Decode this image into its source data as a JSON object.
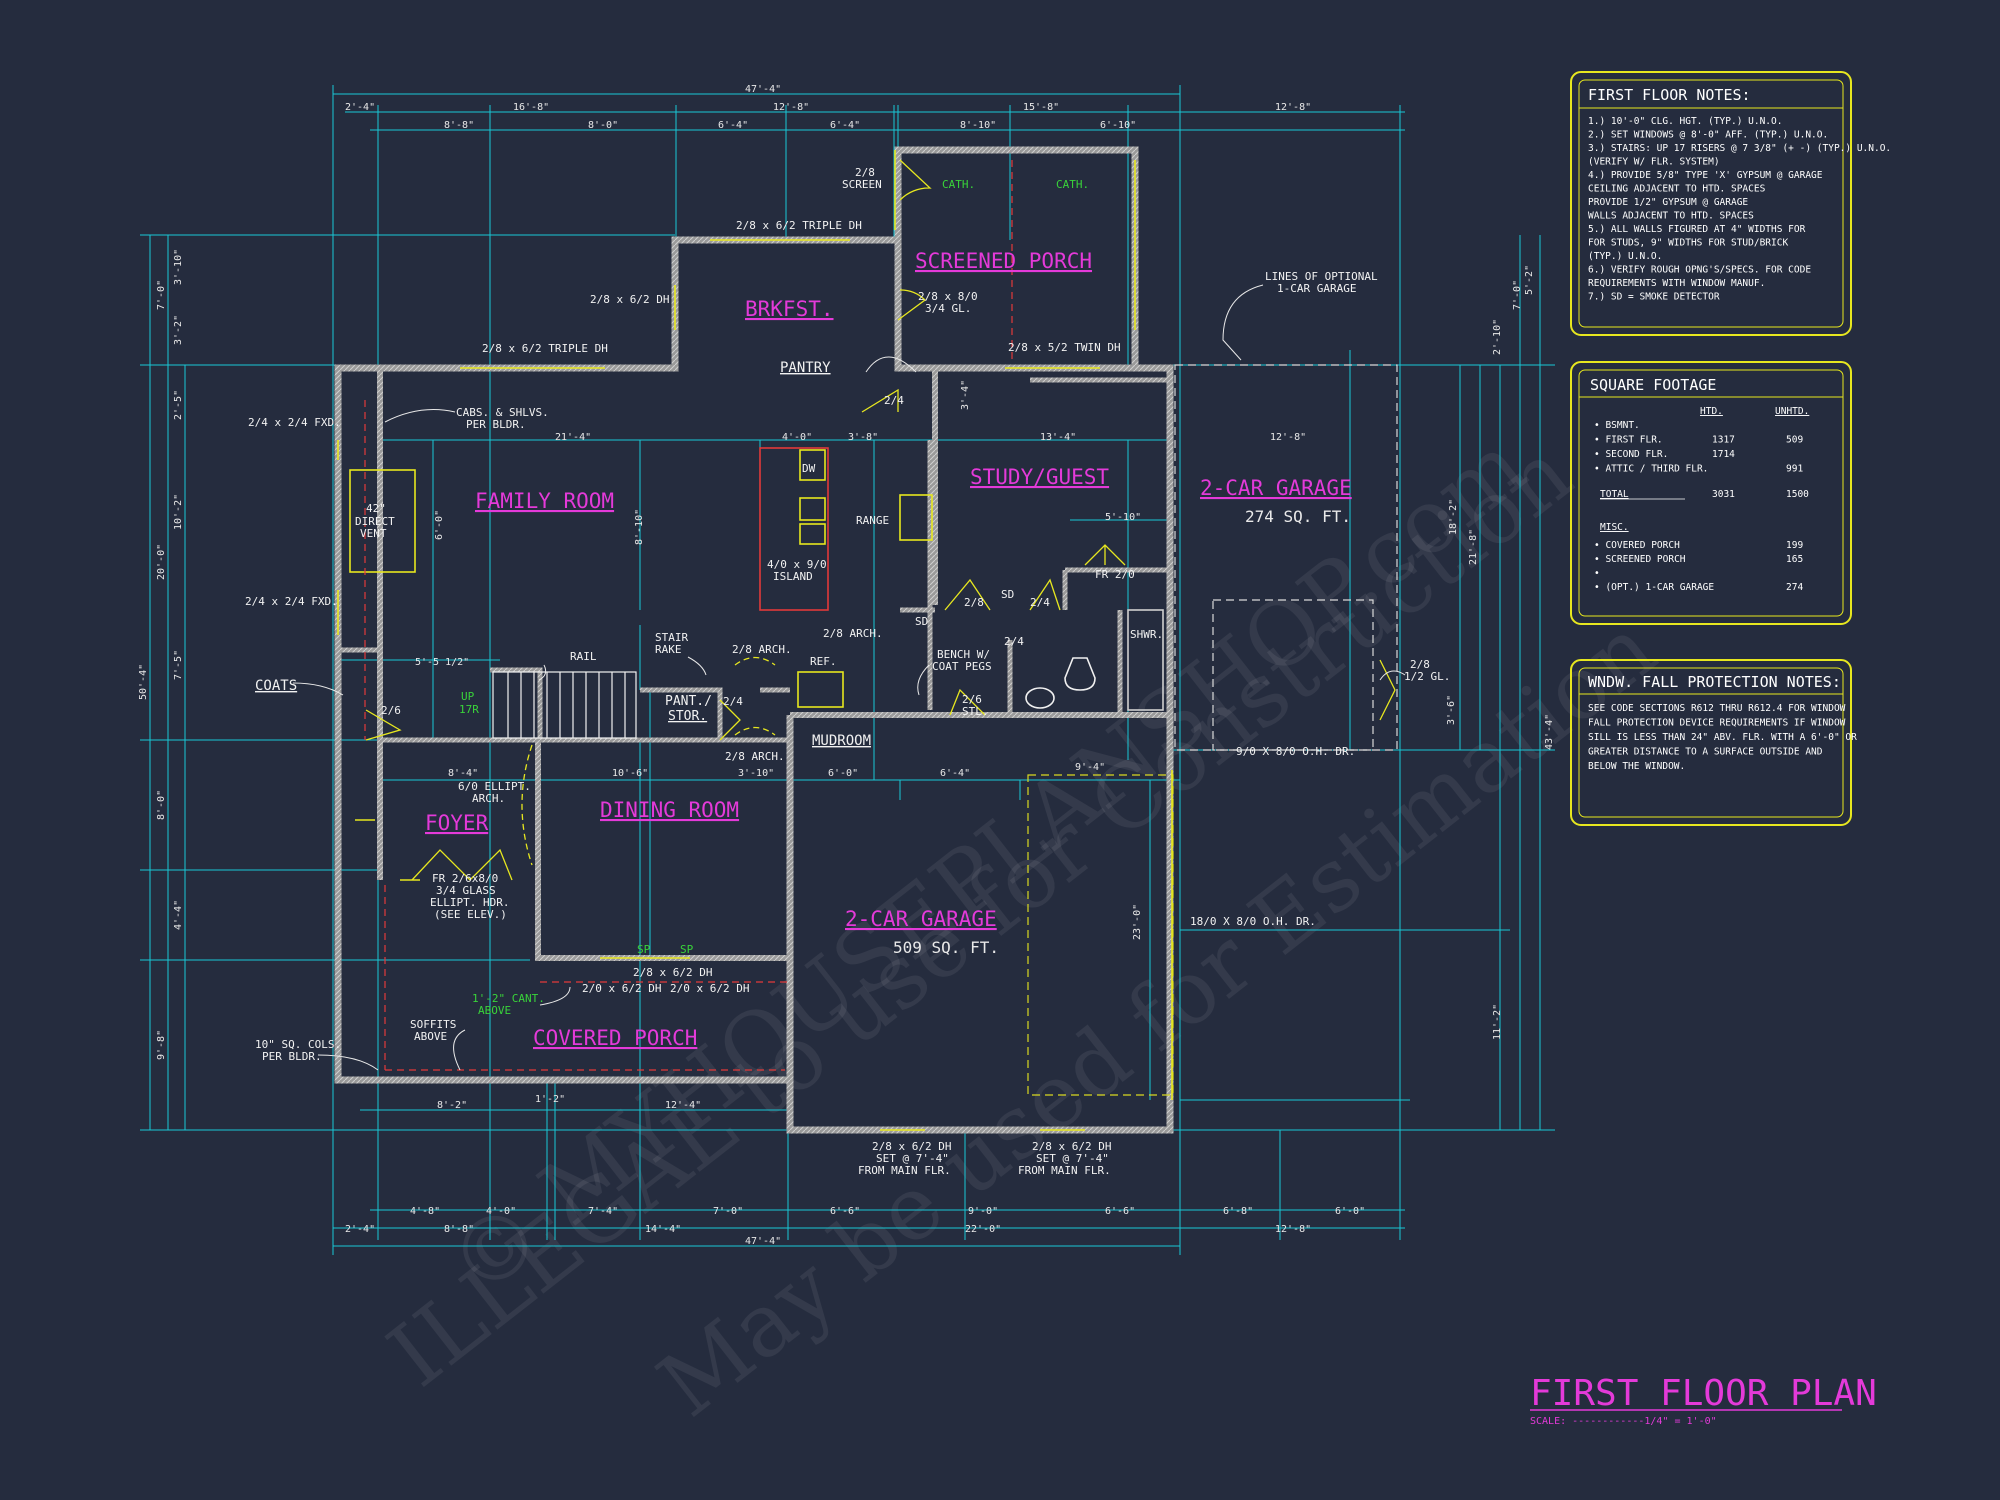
{
  "drawing": {
    "title": "FIRST FLOOR PLAN",
    "scale": "SCALE: ------------1/4\" = 1'-0\""
  },
  "watermark": {
    "line1": "© MYHOUSEPLANSHOP.com",
    "line2": "ILLEGAL to use for Construction",
    "line3": "May be used for Estimation"
  },
  "rooms": {
    "brkfst": "BRKFST.",
    "screened_porch": "SCREENED PORCH",
    "family_room": "FAMILY ROOM",
    "study_guest": "STUDY/GUEST",
    "garage_optional": "2-CAR GARAGE",
    "garage_optional_area": "274 SQ. FT.",
    "foyer": "FOYER",
    "dining_room": "DINING ROOM",
    "garage_main": "2-CAR GARAGE",
    "garage_main_area": "509 SQ. FT.",
    "covered_porch": "COVERED PORCH",
    "pantry": "PANTRY",
    "mudroom": "MUDROOM",
    "coats": "COATS",
    "pant_stor_1": "PANT./",
    "pant_stor_2": "STOR."
  },
  "labels": {
    "cath_1": "CATH.",
    "cath_2": "CATH.",
    "screen_1": "2/8",
    "screen_2": "SCREEN",
    "win_triple_top": "2/8 x 6/2 TRIPLE DH",
    "win_brk_left": "2/8 x 6/2 DH",
    "win_fam_triple": "2/8 x 6/2 TRIPLE DH",
    "door_porch_1": "2/8 x 8/0",
    "door_porch_2": "3/4 GL.",
    "twin_dh": "2/8 x 5/2 TWIN DH",
    "optional_1": "LINES OF OPTIONAL",
    "optional_2": "1-CAR GARAGE",
    "fxd_top": "2/4 x 2/4 FXD.",
    "fxd_bot": "2/4 x 2/4 FXD.",
    "cabs_1": "CABS. & SHLVS.",
    "cabs_2": "PER BLDR.",
    "vent_1": "42\"",
    "vent_2": "DIRECT",
    "vent_3": "VENT",
    "dw": "DW",
    "range": "RANGE",
    "island_1": "4/0 x 9/0",
    "island_2": "ISLAND",
    "fr210": "FR 2/0",
    "shwr": "SHWR.",
    "sd_1": "SD",
    "sd_2": "SD",
    "rail": "RAIL",
    "stair_1": "STAIR",
    "stair_2": "RAKE",
    "arch_1": "2/8 ARCH.",
    "arch_2": "2/8 ARCH.",
    "arch_3": "2/8 ARCH.",
    "ref": "REF.",
    "bench_1": "BENCH W/",
    "bench_2": "COAT PEGS",
    "stl_1": "2/6",
    "stl_2": "STL.",
    "up_1": "UP",
    "up_2": "17R",
    "d24a": "2/4",
    "d24b": "2/4",
    "d24c": "2/4",
    "d24d": "2/4",
    "d28": "2/8",
    "d26": "2/6",
    "gl_1": "2/8",
    "gl_2": "1/2 GL.",
    "ohdoor_small": "9/0 X 8/0 O.H. DR.",
    "ohdoor_big": "18/0 X 8/0 O.H. DR.",
    "ellipt_1": "6/0 ELLIPT.",
    "ellipt_2": "ARCH.",
    "front_1": "FR 2/6x8/0",
    "front_2": "3/4 GLASS",
    "front_3": "ELLIPT. HDR.",
    "front_4": "(SEE ELEV.)",
    "din_win_1": "2/8 x 6/2 DH",
    "din_win_2": "2/0 x 6/2 DH",
    "din_win_3": "2/0 x 6/2 DH",
    "sp_1": "SP",
    "sp_2": "SP",
    "cant_1": "1'-2\" CANT.",
    "cant_2": "ABOVE",
    "soffit_1": "SOFFITS",
    "soffit_2": "ABOVE",
    "cols_1": "10\" SQ. COLS.",
    "cols_2": "PER BLDR.",
    "gw1_1": "2/8 x 6/2 DH",
    "gw1_2": "SET @ 7'-4\"",
    "gw1_3": "FROM MAIN FLR.",
    "gw2_1": "2/8 x 6/2 DH",
    "gw2_2": "SET @ 7'-4\"",
    "gw2_3": "FROM MAIN FLR."
  },
  "dims": {
    "top_total": "47'-4\"",
    "top_a": "2'-4\"",
    "top_b": "16'-8\"",
    "top_c": "12'-8\"",
    "top_d": "15'-8\"",
    "top_e": "12'-8\"",
    "top_f": "8'-8\"",
    "top_g": "8'-0\"",
    "top_h": "6'-4\"",
    "top_i": "6'-4\"",
    "top_j": "8'-10\"",
    "top_k": "6'-10\"",
    "bot_total": "47'-4\"",
    "bot_a": "2'-4\"",
    "bot_b": "8'-8\"",
    "bot_c": "14'-4\"",
    "bot_d": "22'-0\"",
    "bot_e": "12'-8\"",
    "bot_f": "4'-8\"",
    "bot_g": "4'-0\"",
    "bot_h": "7'-4\"",
    "bot_i": "7'-0\"",
    "bot_j": "6'-6\"",
    "bot_k": "9'-0\"",
    "bot_l": "6'-6\"",
    "bot_m": "6'-8\"",
    "bot_n": "6'-0\"",
    "left_total": "50'-4\"",
    "left_a": "7'-0\"",
    "left_b": "20'-0\"",
    "left_c": "8'-0\"",
    "left_d": "9'-8\"",
    "left_e": "3'-10\"",
    "left_f": "3'-2\"",
    "left_g": "2'-5\"",
    "left_h": "10'-2\"",
    "left_i": "7'-5\"",
    "left_j": "4'-4\"",
    "right_total": "43'-4\"",
    "right_a": "5'-2\"",
    "right_b": "7'-0\"",
    "right_c": "18'-2\"",
    "right_d": "11'-2\"",
    "right_e": "21'-8\"",
    "right_f": "3'-6\"",
    "right_g": "2'-10\"",
    "in_a": "21'-4\"",
    "in_b": "13'-4\"",
    "in_c": "12'-8\"",
    "in_d": "5'-10\"",
    "in_e": "9'-4\"",
    "in_f": "23'-0\"",
    "in_g": "4'-0\"",
    "in_h": "3'-8\"",
    "in_i": "8'-10\"",
    "in_j": "8'-4\"",
    "in_k": "10'-6\"",
    "in_l": "6'-0\"",
    "in_m": "6'-4\"",
    "in_n": "3'-10\"",
    "in_o": "5'-5 1/2\"",
    "in_p": "8'-2\"",
    "in_q": "12'-4\"",
    "in_r": "1'-2\"",
    "in_s": "6'-0\"",
    "in_t": "3'-4\""
  },
  "notes": {
    "first_floor": {
      "title": "FIRST FLOOR NOTES:",
      "lines": [
        "1.) 10'-0\" CLG. HGT. (TYP.) U.N.O.",
        "2.) SET WINDOWS @ 8'-0\" AFF. (TYP.) U.N.O.",
        "3.) STAIRS: UP 17 RISERS @ 7 3/8\" (+ -) (TYP.) U.N.O.",
        "   (VERIFY W/ FLR. SYSTEM)",
        "4.) PROVIDE 5/8\" TYPE 'X' GYPSUM @ GARAGE",
        "   CEILING ADJACENT TO HTD. SPACES",
        "   PROVIDE 1/2\" GYPSUM @ GARAGE",
        "   WALLS ADJACENT TO HTD. SPACES",
        "5.) ALL WALLS FIGURED AT 4\" WIDTHS FOR",
        "   FOR STUDS, 9\" WIDTHS FOR STUD/BRICK",
        "   (TYP.) U.N.O.",
        "6.) VERIFY ROUGH OPNG'S/SPECS. FOR CODE",
        "   REQUIREMENTS WITH WINDOW MANUF.",
        "7.) SD = SMOKE DETECTOR"
      ]
    },
    "square_footage": {
      "title": "SQUARE FOOTAGE",
      "col_htd": "HTD.",
      "col_unhtd": "UNHTD.",
      "rows": [
        {
          "label": "• BSMNT.",
          "htd": "",
          "unhtd": ""
        },
        {
          "label": "• FIRST FLR.",
          "htd": "1317",
          "unhtd": "509"
        },
        {
          "label": "• SECOND FLR.",
          "htd": "1714",
          "unhtd": ""
        },
        {
          "label": "• ATTIC / THIRD FLR.",
          "htd": "",
          "unhtd": "991"
        }
      ],
      "total_label": "TOTAL",
      "total_htd": "3031",
      "total_unhtd": "1500",
      "misc_label": "MISC.",
      "misc_rows": [
        {
          "label": "• COVERED PORCH",
          "val": "199"
        },
        {
          "label": "• SCREENED PORCH",
          "val": "165"
        },
        {
          "label": "•",
          "val": ""
        },
        {
          "label": "• (OPT.) 1-CAR GARAGE",
          "val": "274"
        }
      ]
    },
    "fall": {
      "title": "WNDW. FALL PROTECTION NOTES:",
      "lines": [
        "SEE CODE SECTIONS R612 THRU R612.4 FOR WINDOW",
        "FALL PROTECTION DEVICE REQUIREMENTS IF WINDOW",
        "SILL IS LESS THAN 24\" ABV. FLR. WITH A 6'-0\" OR",
        "GREATER DISTANCE TO A SURFACE OUTSIDE AND",
        "BELOW THE WINDOW."
      ]
    }
  }
}
